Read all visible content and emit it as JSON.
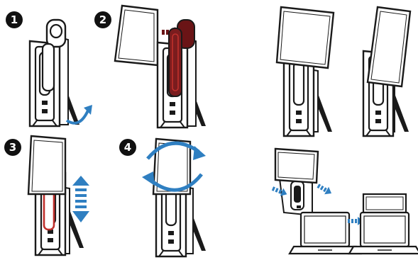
{
  "colors": {
    "ink": "#1a1a1a",
    "paper": "#ffffff",
    "blue_arrow": "#2f7fc1",
    "red_highlight": "#c0302c",
    "dark_red_slot": "#6a1416",
    "badge_fill": "#111111",
    "badge_text": "#ffffff"
  },
  "steps": [
    {
      "number": "1",
      "action": "kickstand-open-arrow"
    },
    {
      "number": "2",
      "action": "slide-tablet-into-clip-arrow"
    },
    {
      "number": "3",
      "action": "height-adjust-arrow"
    },
    {
      "number": "4",
      "action": "rotate-arrows"
    }
  ],
  "icons": {
    "stand": "phone-stand-icon",
    "tablet": "tablet-icon",
    "laptop": "laptop-icon",
    "arrow": "arrow-icon"
  }
}
